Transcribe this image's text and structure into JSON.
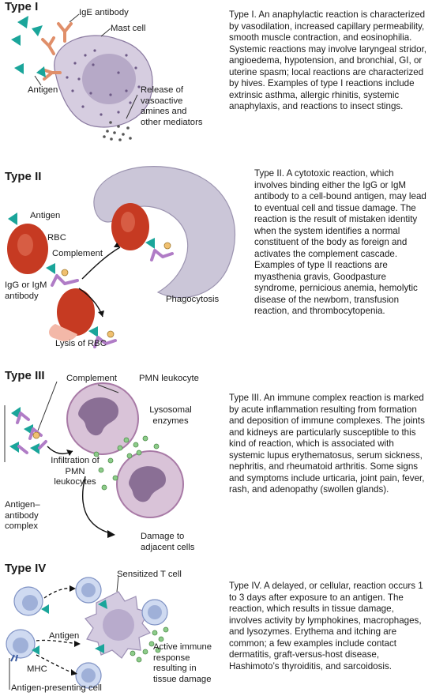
{
  "type1": {
    "title": "Type I",
    "description": "Type I. An anaphylactic reaction is characterized by vasodilation, increased capillary permeability, smooth muscle contraction, and eosinophilia. Systemic reactions may involve laryngeal stridor, angioedema, hypotension, and bronchial, GI, or uterine spasm; local reactions are characterized by hives. Examples of type I reactions include extrinsic asthma, allergic rhinitis, systemic anaphylaxis, and reactions to insect stings.",
    "labels": {
      "ige": "IgE antibody",
      "mast": "Mast cell",
      "antigen": "Antigen",
      "release": "Release of vasoactive amines and other mediators"
    }
  },
  "type2": {
    "title": "Type II",
    "description": "Type II. A cytotoxic reaction, which involves binding either the IgG or IgM antibody to a cell-bound antigen, may lead to eventual cell and tissue damage. The reaction is the result of mistaken identity when the system identifies a normal constituent of the body as foreign and activates the complement cascade. Examples of type II reactions are myasthenia gravis, Goodpasture syndrome, pernicious anemia, hemolytic disease of the newborn, transfusion reaction, and thrombocytopenia.",
    "labels": {
      "antigen": "Antigen",
      "rbc": "RBC",
      "complement": "Complement",
      "antibody": "IgG or IgM antibody",
      "phago": "Phagocytosis",
      "lysis": "Lysis of RBC"
    }
  },
  "type3": {
    "title": "Type III",
    "description": "Type III. An immune complex reaction is marked by acute inflammation resulting from formation and deposition of immune complexes. The joints and kidneys are particularly susceptible to this kind of reaction, which is associated with systemic lupus erythematosus, serum sickness, nephritis, and rheumatoid arthritis. Some signs and symptoms include urticaria, joint pain, fever, rash, and adenopathy (swollen glands).",
    "labels": {
      "complement": "Complement",
      "pmn": "PMN leukocyte",
      "lyso": "Lysosomal enzymes",
      "infil": "Infiltration of PMN leukocytes",
      "complex": "Antigen– antibody complex",
      "damage": "Damage to adjacent cells"
    }
  },
  "type4": {
    "title": "Type IV",
    "description": "Type IV. A delayed, or cellular, reaction occurs 1 to 3 days after exposure to an antigen. The reaction, which results in tissue damage, involves activity by lymphokines, macrophages, and lysozymes. Erythema and itching are common; a few examples include contact dermatitis, graft-versus-host disease, Hashimoto’s thyroiditis, and sarcoidosis.",
    "labels": {
      "tcell": "Sensitized T cell",
      "antigen": "Antigen",
      "mhc": "MHC",
      "apc": "Antigen-presenting cell",
      "active": "Active immune response resulting in tissue damage"
    }
  },
  "colors": {
    "antigen": "#1aa59a",
    "antibody": "#b07cc6",
    "rbc": "#c63a22",
    "cell": "#c9bdd6",
    "nucleus": "#7f6a92",
    "vesicle": "#8dcc8a",
    "complement": "#f0c070",
    "ige": "#e08f6a"
  }
}
